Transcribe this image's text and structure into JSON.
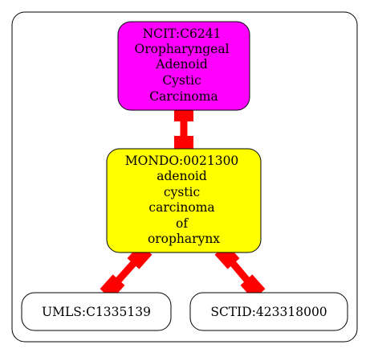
{
  "colors": {
    "background": "#ffffff",
    "edge": "#ff0000",
    "ncit_fill": "#ff00ff",
    "mondo_fill": "#ffff00",
    "leaf_fill": "#ffffff",
    "stroke": "#000000"
  },
  "nodes": {
    "ncit": {
      "lines": [
        "NCIT:C6241",
        "Oropharyngeal",
        "Adenoid",
        "Cystic",
        "Carcinoma"
      ]
    },
    "mondo": {
      "lines": [
        "MONDO:0021300",
        "adenoid",
        "cystic",
        "carcinoma",
        "of",
        "oropharynx"
      ]
    },
    "umls": {
      "lines": [
        "UMLS:C1335139"
      ]
    },
    "sctid": {
      "lines": [
        "SCTID:423318000"
      ]
    }
  },
  "edges": [
    {
      "from": "ncit",
      "to": "mondo"
    },
    {
      "from": "mondo",
      "to": "umls"
    },
    {
      "from": "mondo",
      "to": "sctid"
    }
  ]
}
